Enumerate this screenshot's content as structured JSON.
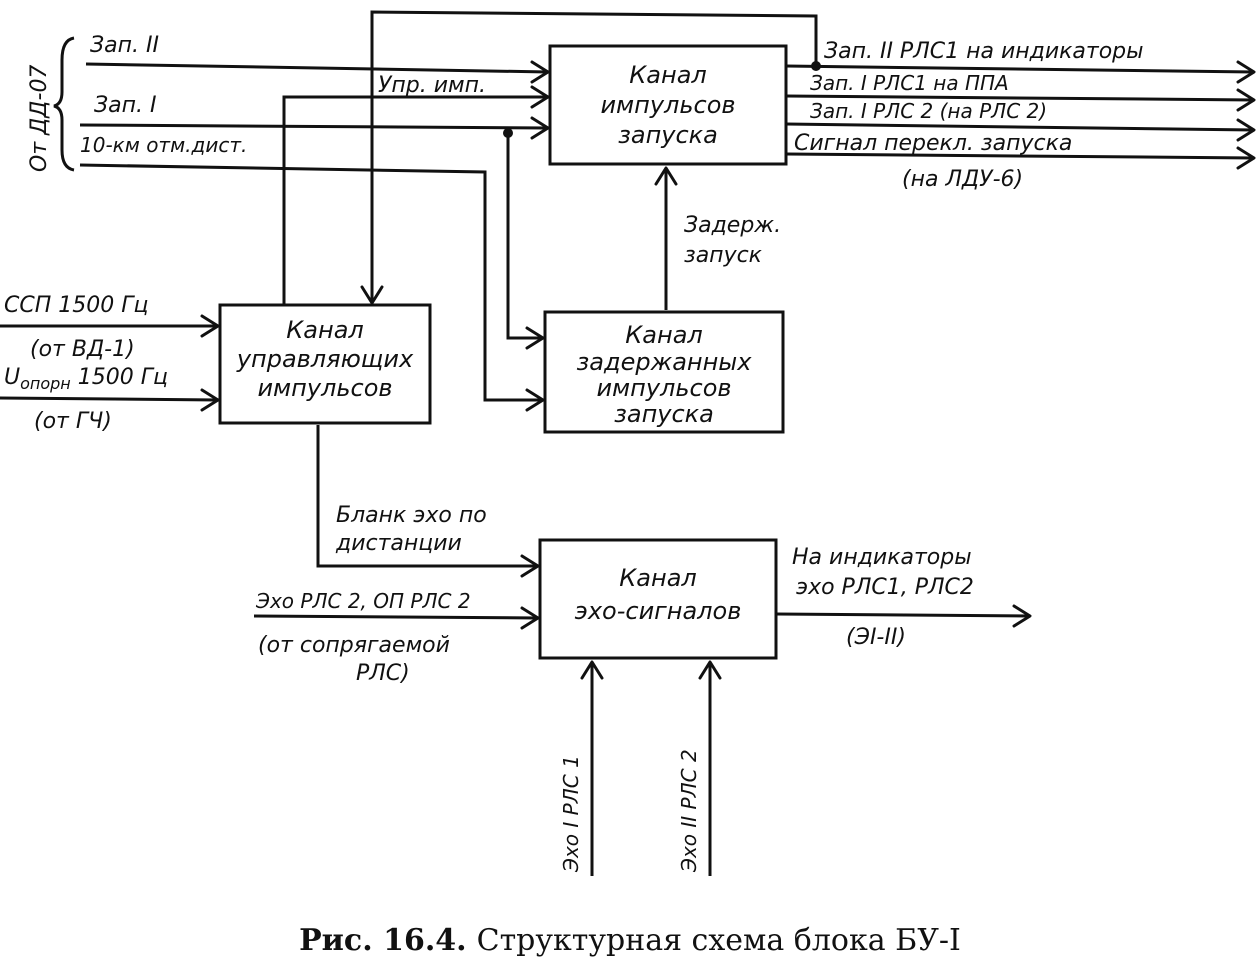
{
  "blocks": {
    "trigger": [
      "Канал",
      "импульсов",
      "запуска"
    ],
    "control": [
      "Канал",
      "управляющих",
      "импульсов"
    ],
    "delayed": [
      "Канал",
      "задержанных",
      "импульсов",
      "запуска"
    ],
    "echo": [
      "Канал",
      "эхо-сигналов"
    ]
  },
  "inputs": {
    "source_group": "От ДД-07",
    "zap2": "Зап. II",
    "upr_imp": "Упр. имп.",
    "zap1": "Зап. I",
    "km_marks": "10-км отм.дист.",
    "ssp": "ССП 1500 Гц",
    "ssp_src": "(от ВД-1)",
    "u_ref_main": "U",
    "u_ref_sub": "опорн",
    "u_ref_rest": " 1500 Гц",
    "u_ref_src": "(от ГЧ)",
    "delayed_trigger": [
      "Задерж.",
      "запуск"
    ],
    "blank": [
      "Бланк эхо по",
      "дистанции"
    ],
    "echo_in": "Эхо РЛС 2, ОП РЛС 2",
    "echo_in_src": [
      "(от сопрягаемой",
      "РЛС)"
    ],
    "echo1": "Эхо I РЛС 1",
    "echo2": "Эхо II РЛС 2"
  },
  "outputs": {
    "out1": "Зап. II РЛС1 на индикаторы",
    "out2": "Зап. I РЛС1 на ППА",
    "out3": "Зап. I РЛС 2 (на РЛС 2)",
    "out4": "Сигнал перекл. запуска",
    "out4_dest": "(на ЛДУ-6)",
    "echo_out": [
      "На индикаторы",
      "эхо РЛС1, РЛС2"
    ],
    "echo_out_dest": "(ЭI-II)"
  },
  "caption": {
    "label": "Рис. 16.4.",
    "text": "Структурная схема блока БУ-I"
  }
}
